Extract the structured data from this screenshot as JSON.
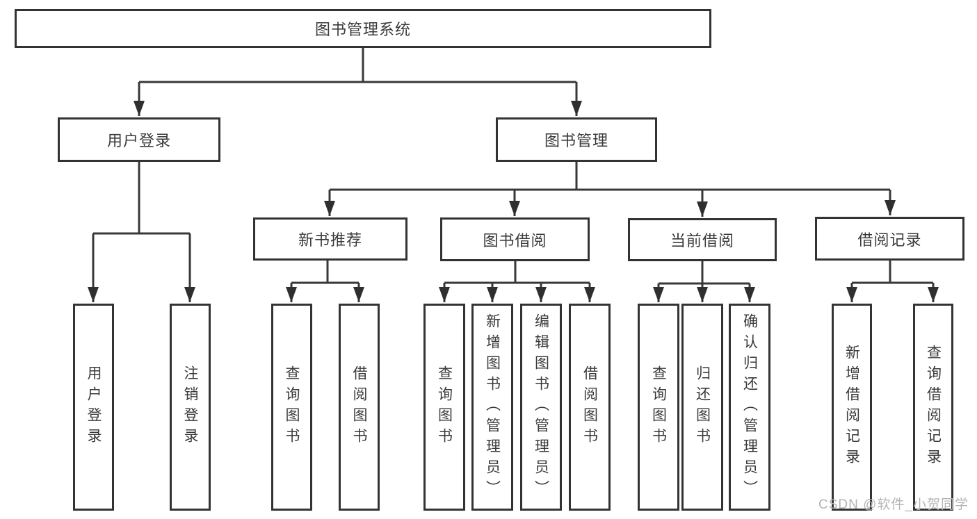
{
  "page": {
    "background": "#ffffff"
  },
  "diagram": {
    "type": "hierarchy-tree",
    "colors": {
      "line": "#383838",
      "border": "#333333",
      "text": "#3a3a3a",
      "box_fill": "#ffffff"
    },
    "root": {
      "label": "图书管理系统"
    },
    "level2": [
      {
        "label": "用户登录",
        "parent": "图书管理系统"
      },
      {
        "label": "图书管理",
        "parent": "图书管理系统"
      }
    ],
    "level3": [
      {
        "label": "新书推荐",
        "parent": "图书管理"
      },
      {
        "label": "图书借阅",
        "parent": "图书管理"
      },
      {
        "label": "当前借阅",
        "parent": "图书管理"
      },
      {
        "label": "借阅记录",
        "parent": "图书管理"
      }
    ],
    "leaves": [
      {
        "label": "用户登录",
        "parent": "用户登录"
      },
      {
        "label": "注销登录",
        "parent": "用户登录"
      },
      {
        "label": "查询图书",
        "parent": "新书推荐"
      },
      {
        "label": "借阅图书",
        "parent": "新书推荐"
      },
      {
        "label": "查询图书",
        "parent": "图书借阅"
      },
      {
        "label": "新增图书（管理员）",
        "parent": "图书借阅"
      },
      {
        "label": "编辑图书（管理员）",
        "parent": "图书借阅"
      },
      {
        "label": "借阅图书",
        "parent": "图书借阅"
      },
      {
        "label": "查询图书",
        "parent": "当前借阅"
      },
      {
        "label": "归还图书",
        "parent": "当前借阅"
      },
      {
        "label": "确认归还（管理员）",
        "parent": "当前借阅"
      },
      {
        "label": "新增借阅记录",
        "parent": "借阅记录"
      },
      {
        "label": "查询借阅记录",
        "parent": "借阅记录"
      }
    ]
  },
  "watermark": {
    "text": "CSDN @软件_小贺同学",
    "color": "#b4b4b4"
  }
}
